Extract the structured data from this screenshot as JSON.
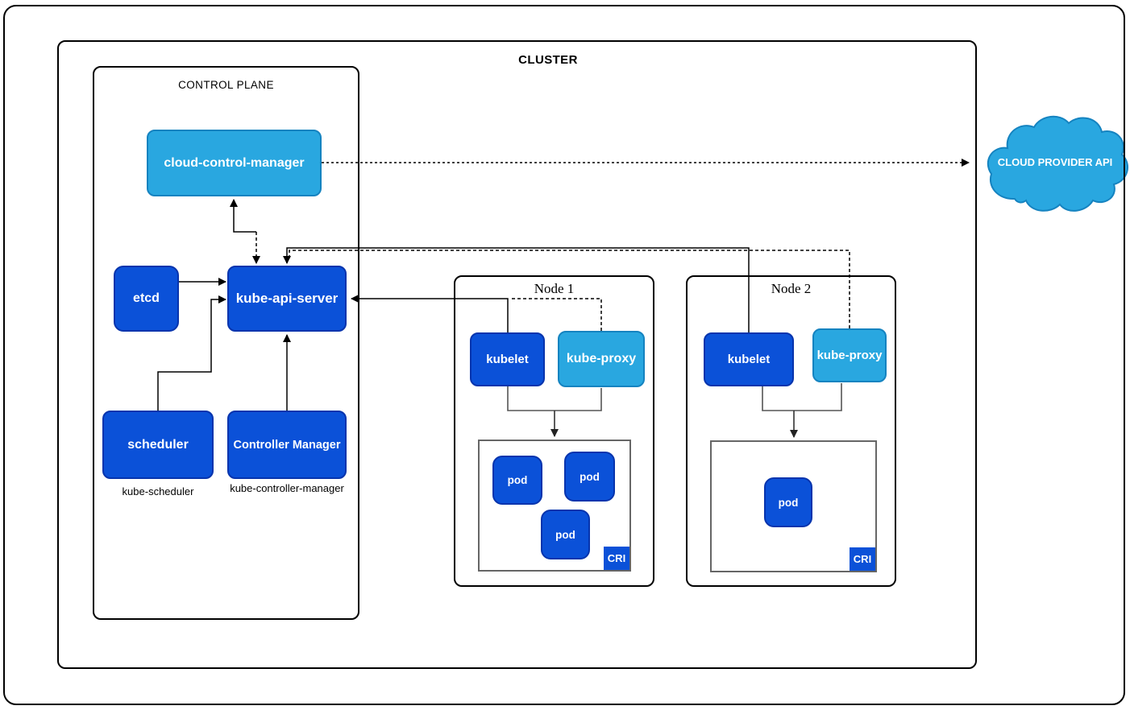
{
  "cluster": {
    "label": "CLUSTER"
  },
  "control_plane": {
    "label": "CONTROL PLANE",
    "cloud_control_manager": "cloud-control-manager",
    "etcd": "etcd",
    "kube_api_server": "kube-api-server",
    "scheduler": "scheduler",
    "controller_manager": "Controller Manager",
    "scheduler_caption": "kube-scheduler",
    "controller_manager_caption": "kube-controller-manager"
  },
  "nodes": [
    {
      "title": "Node 1",
      "kubelet": "kubelet",
      "kube_proxy": "kube-proxy",
      "pods": [
        "pod",
        "pod",
        "pod"
      ],
      "cri": "CRI"
    },
    {
      "title": "Node 2",
      "kubelet": "kubelet",
      "kube_proxy": "kube-proxy",
      "pods": [
        "pod"
      ],
      "cri": "CRI"
    }
  ],
  "cloud": {
    "label": "CLOUD PROVIDER API"
  },
  "colors": {
    "component_dark_blue": "#0b51d8",
    "component_dark_border": "#0734ad",
    "component_light_blue": "#29a7e0",
    "component_light_border": "#1583c0",
    "cri_border_gray": "#666666",
    "line_black": "#000000"
  }
}
